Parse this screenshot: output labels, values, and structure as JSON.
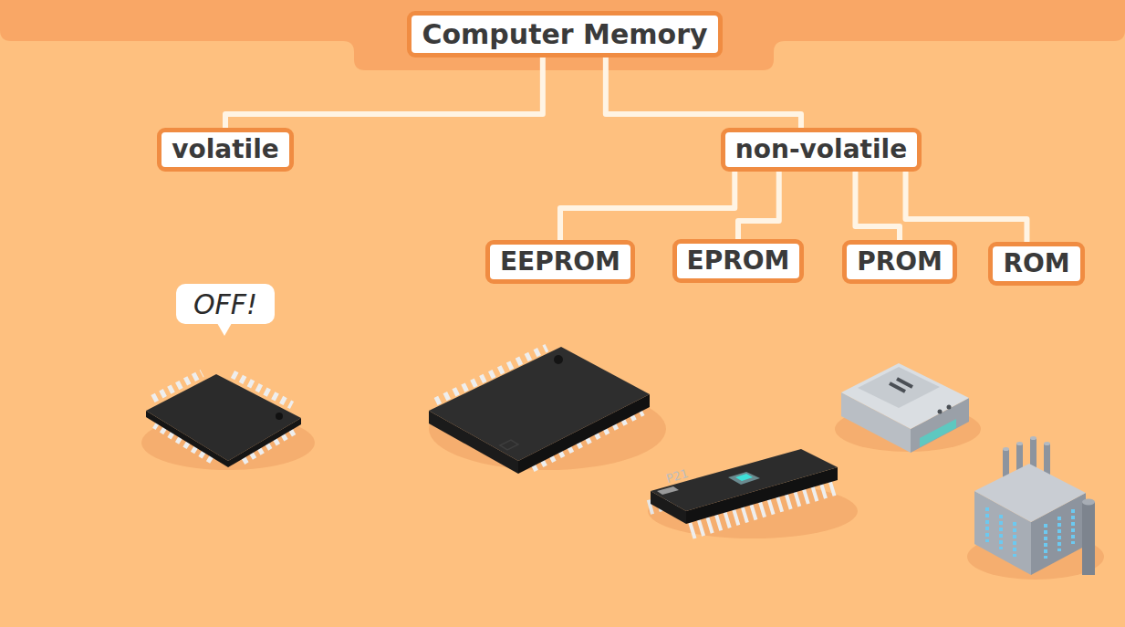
{
  "diagram": {
    "nodes": [
      {
        "text": [
          "Computer Memory"
        ]
      },
      {
        "text": [
          "volatile"
        ]
      },
      {
        "text": [
          "non-volatile"
        ]
      },
      {
        "text": [
          "EEPROM"
        ]
      },
      {
        "text": [
          "EPROM"
        ]
      },
      {
        "text": [
          "PROM"
        ]
      },
      {
        "text": [
          "ROM"
        ]
      }
    ],
    "edges": [
      {
        "from": 0,
        "to": 1,
        "arrow": "none"
      },
      {
        "from": 0,
        "to": 2,
        "arrow": "none"
      },
      {
        "from": 2,
        "to": 3,
        "arrow": "none"
      },
      {
        "from": 2,
        "to": 4,
        "arrow": "none"
      },
      {
        "from": 2,
        "to": 5,
        "arrow": "none"
      },
      {
        "from": 2,
        "to": 6,
        "arrow": "none"
      }
    ],
    "labels": [
      "OFF!",
      "P21"
    ]
  }
}
